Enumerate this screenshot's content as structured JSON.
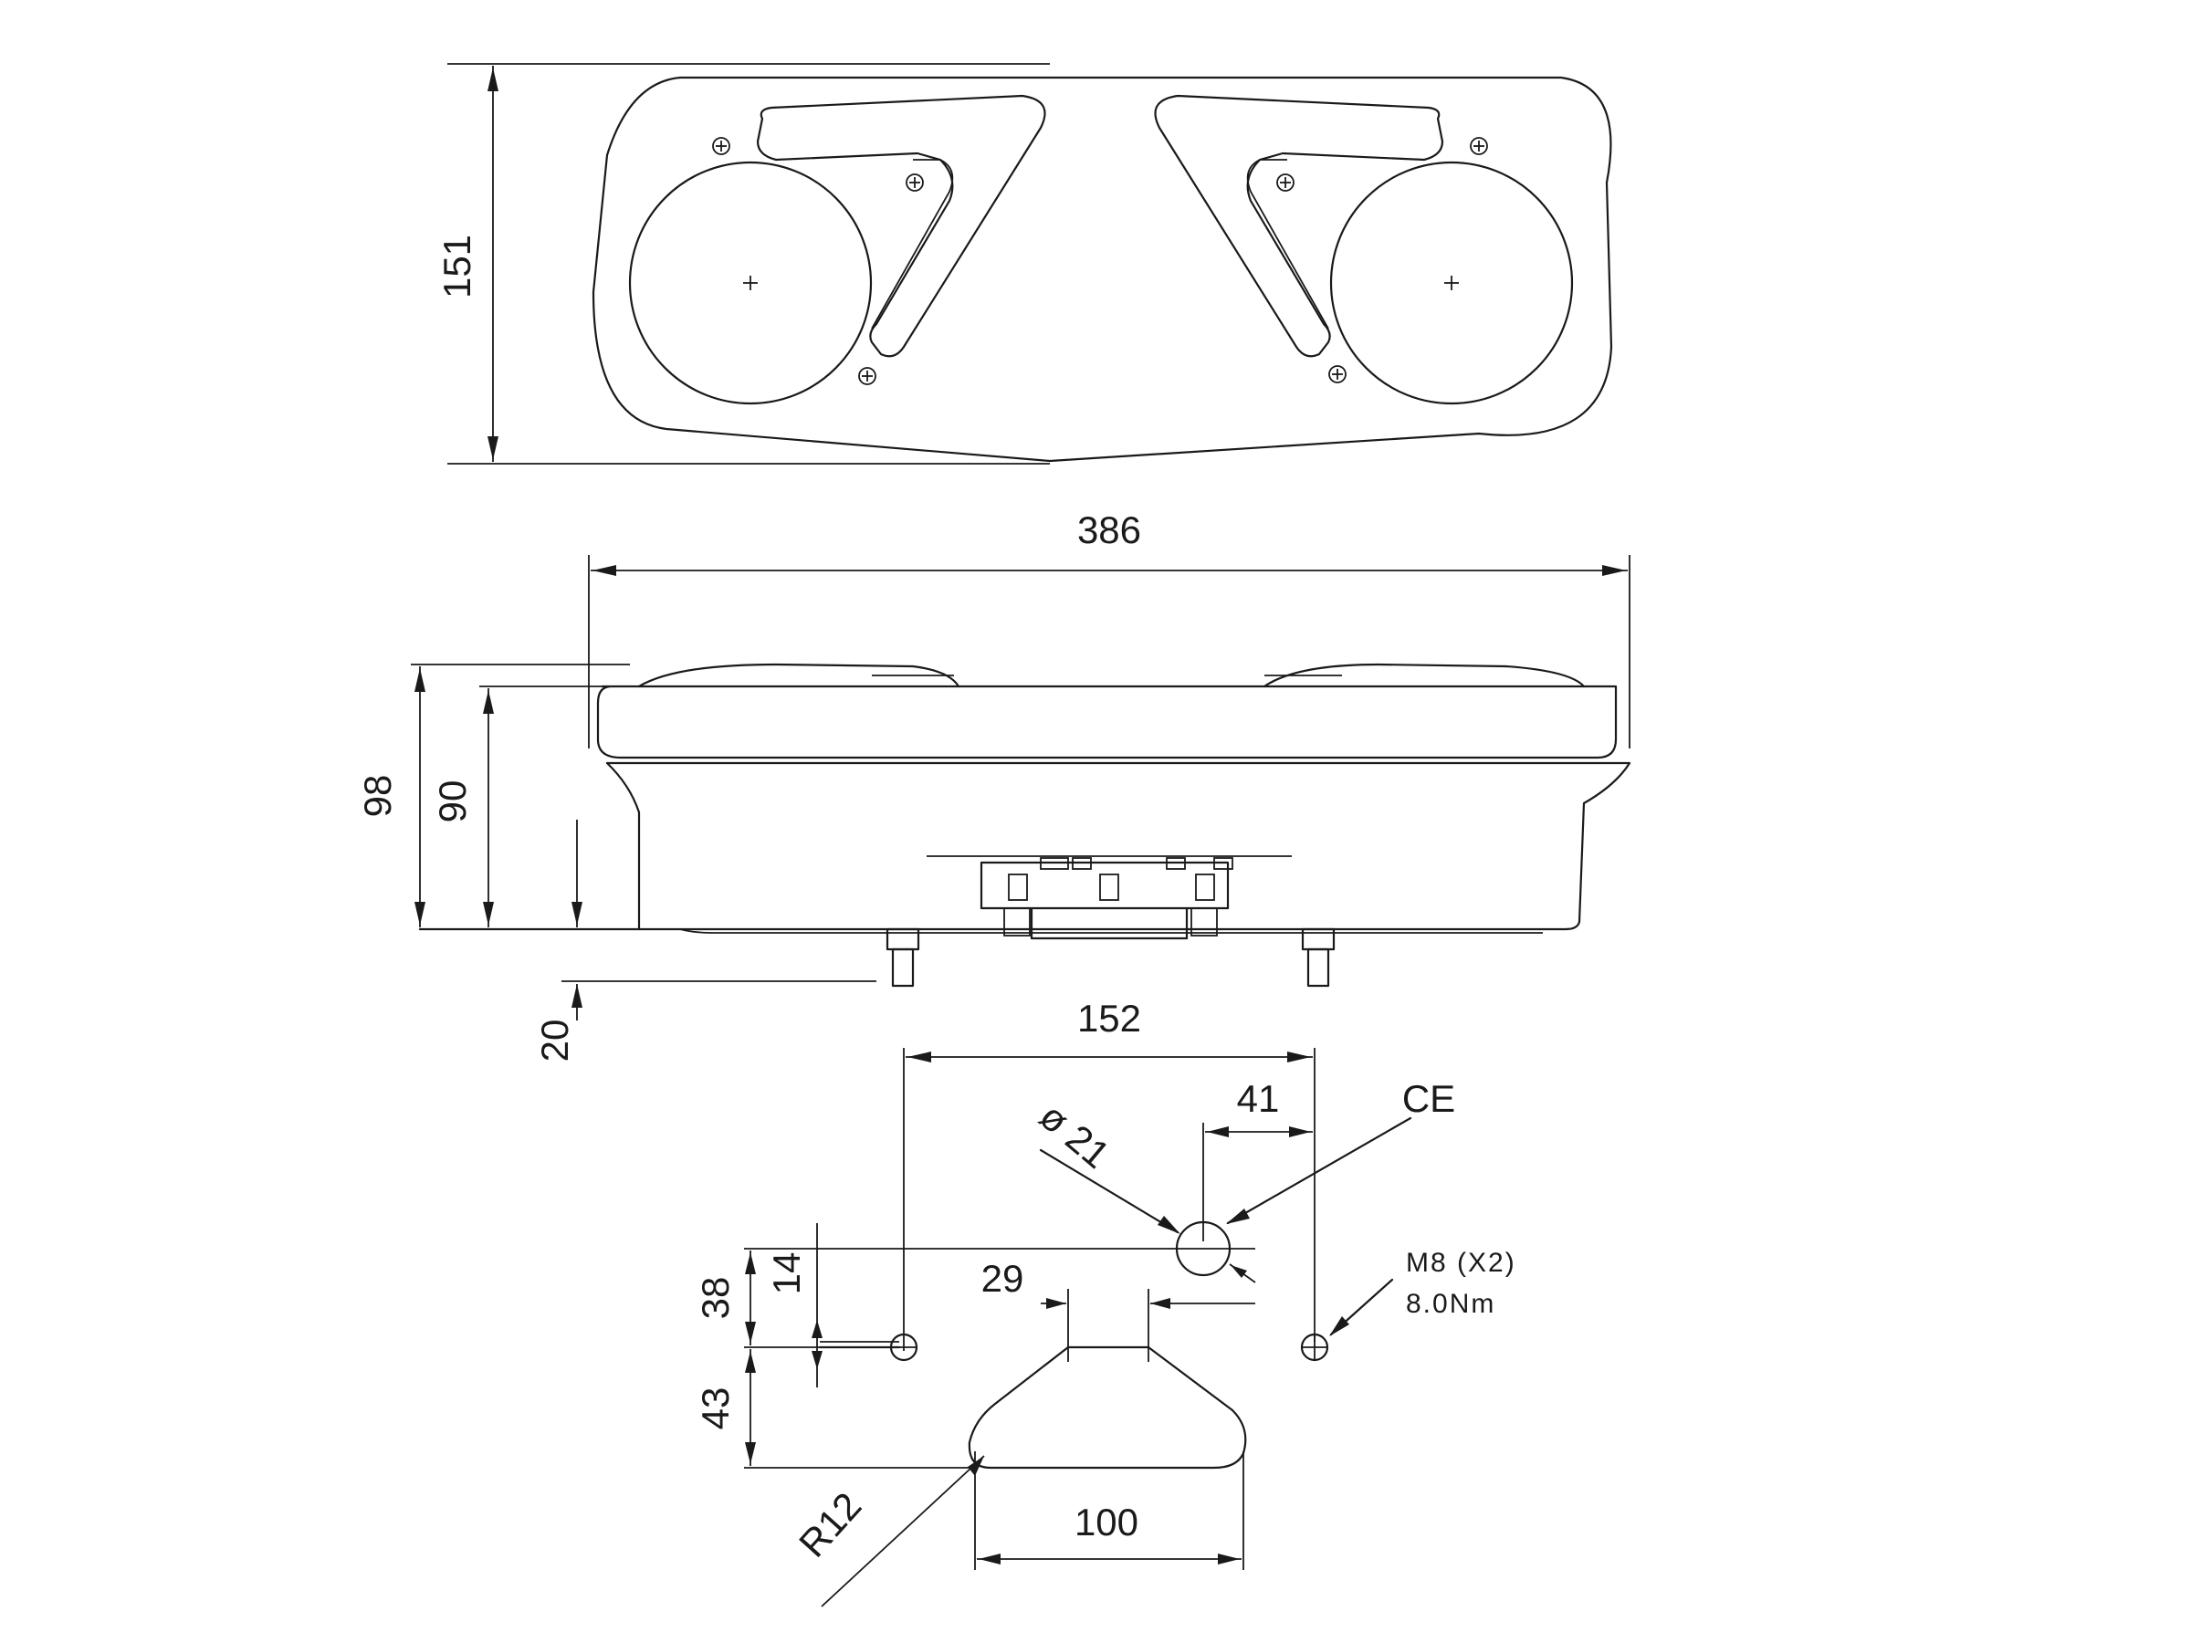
{
  "top_view": {
    "height_label": "151"
  },
  "side_view": {
    "width_label": "386",
    "total_height_label": "98",
    "body_height_label": "90",
    "stud_length_label": "20"
  },
  "mounting": {
    "stud_spacing_label": "152",
    "hole_offset_label": "41",
    "hole_diameter_label": "ø 21",
    "ce_label": "CE",
    "hole_vertical_label": "38",
    "small_offset_label": "14",
    "notch_width_label": "29",
    "stud_spec_label": "M8 (X2)",
    "torque_label": "8.0Nm",
    "base_height_label": "43",
    "radius_label": "R12",
    "base_width_label": "100"
  }
}
